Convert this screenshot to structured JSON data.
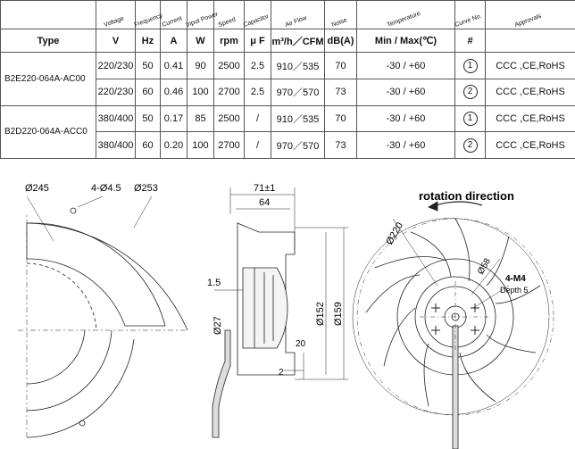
{
  "headers": {
    "rotated": [
      "Voltage",
      "Frequency",
      "Current",
      "Input Power",
      "Speed",
      "Capacitor",
      "Air Flow",
      "Noise",
      "Temperature",
      "Curve No.",
      "Approvals"
    ],
    "units": [
      "Type",
      "V",
      "Hz",
      "A",
      "W",
      "rpm",
      "μ F",
      "m³/h／CFM",
      "dB(A)",
      "Min / Max(℃)",
      "#",
      ""
    ]
  },
  "rows": [
    {
      "type": "B2E220-064A-AC00",
      "v": "220/230",
      "hz": "50",
      "a": "0.41",
      "w": "90",
      "rpm": "2500",
      "uf": "2.5",
      "flow": "910／535",
      "db": "70",
      "temp": "-30 / +60",
      "curve": "1",
      "appr": "CCC ,CE,RoHS"
    },
    {
      "type": "",
      "v": "220/230",
      "hz": "60",
      "a": "0.46",
      "w": "100",
      "rpm": "2700",
      "uf": "2.5",
      "flow": "970／570",
      "db": "73",
      "temp": "-30 / +60",
      "curve": "2",
      "appr": "CCC ,CE,RoHS"
    },
    {
      "type": "B2D220-064A-ACC0",
      "v": "380/400",
      "hz": "50",
      "a": "0.17",
      "w": "85",
      "rpm": "2500",
      "uf": "/",
      "flow": "910／535",
      "db": "70",
      "temp": "-30 / +60",
      "curve": "1",
      "appr": "CCC ,CE,RoHS"
    },
    {
      "type": "",
      "v": "380/400",
      "hz": "60",
      "a": "0.20",
      "w": "100",
      "rpm": "2700",
      "uf": "/",
      "flow": "970／570",
      "db": "73",
      "temp": "-30 / +60",
      "curve": "2",
      "appr": "CCC ,CE,RoHS"
    }
  ],
  "drawing": {
    "d245": "Ø245",
    "holes": "4-Ø4.5",
    "d253": "Ø253",
    "w71": "71±1",
    "w64": "64",
    "t15": "1.5",
    "d27": "Ø27",
    "d152": "Ø152",
    "d159": "Ø159",
    "d20": "20",
    "d2": "2",
    "rotation": "rotation direction",
    "d220": "Ø220",
    "d58": "Ø58",
    "m4": "4-M4",
    "depth": "Depth 5"
  }
}
